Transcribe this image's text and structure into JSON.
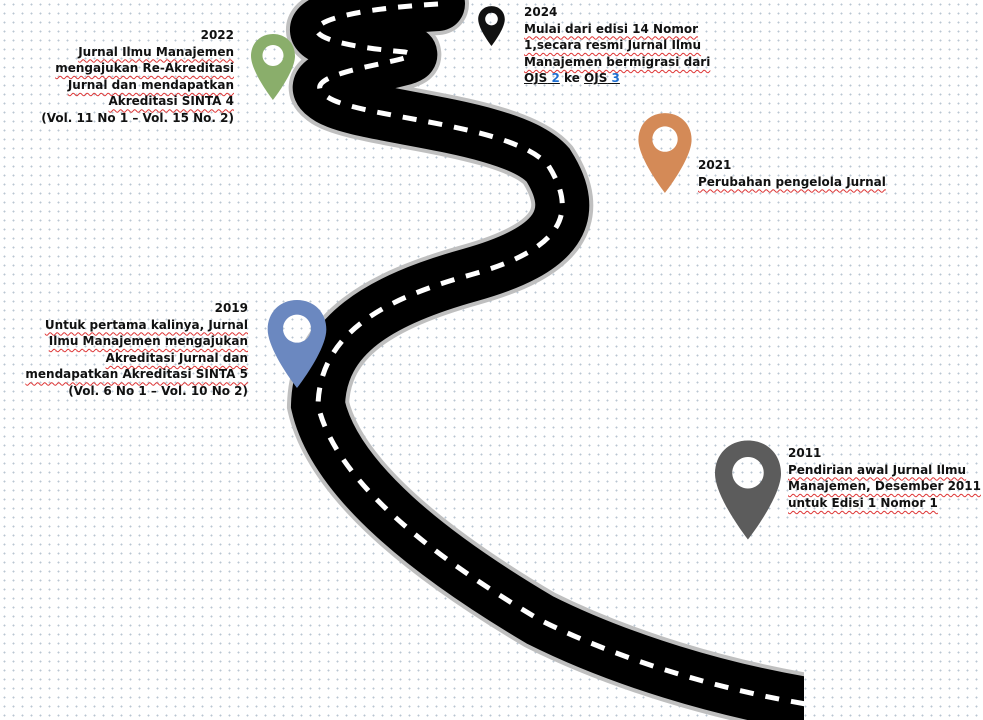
{
  "milestones": {
    "m2022": {
      "year": "2022",
      "lines": [
        "Jurnal Ilmu Manajemen",
        "mengajukan Re-Akreditasi",
        "Jurnal dan mendapatkan",
        "Akreditasi SINTA 4"
      ],
      "volume": "(Vol. 11 No 1 – Vol. 15 No. 2)",
      "color": "#8aae6b"
    },
    "m2024": {
      "year": "2024",
      "lines": [
        "Mulai dari edisi 14 Nomor",
        "1,secara resmi Jurnal Ilmu",
        "Manajemen bermigrasi dari"
      ],
      "ojs_from_label": "OJS",
      "ojs_from_num": "2",
      "ojs_connector": "ke",
      "ojs_to_label": "OJS",
      "ojs_to_num": "3",
      "color": "#111111"
    },
    "m2021": {
      "year": "2021",
      "lines": [
        "Perubahan pengelola Jurnal"
      ],
      "color": "#d48a57"
    },
    "m2019": {
      "year": "2019",
      "lines": [
        "Untuk pertama kalinya, Jurnal",
        "Ilmu Manajemen mengajukan",
        "Akreditasi Jurnal dan",
        "mendapatkan Akreditasi SINTA 5"
      ],
      "volume": "(Vol. 6 No 1 – Vol. 10 No 2)",
      "color": "#6b88c0"
    },
    "m2011": {
      "year": "2011",
      "lines": [
        "Pendirian awal Jurnal Ilmu",
        "Manajemen, Desember 2011",
        "untuk Edisi 1 Nomor 1"
      ],
      "color": "#5c5c5c"
    }
  }
}
